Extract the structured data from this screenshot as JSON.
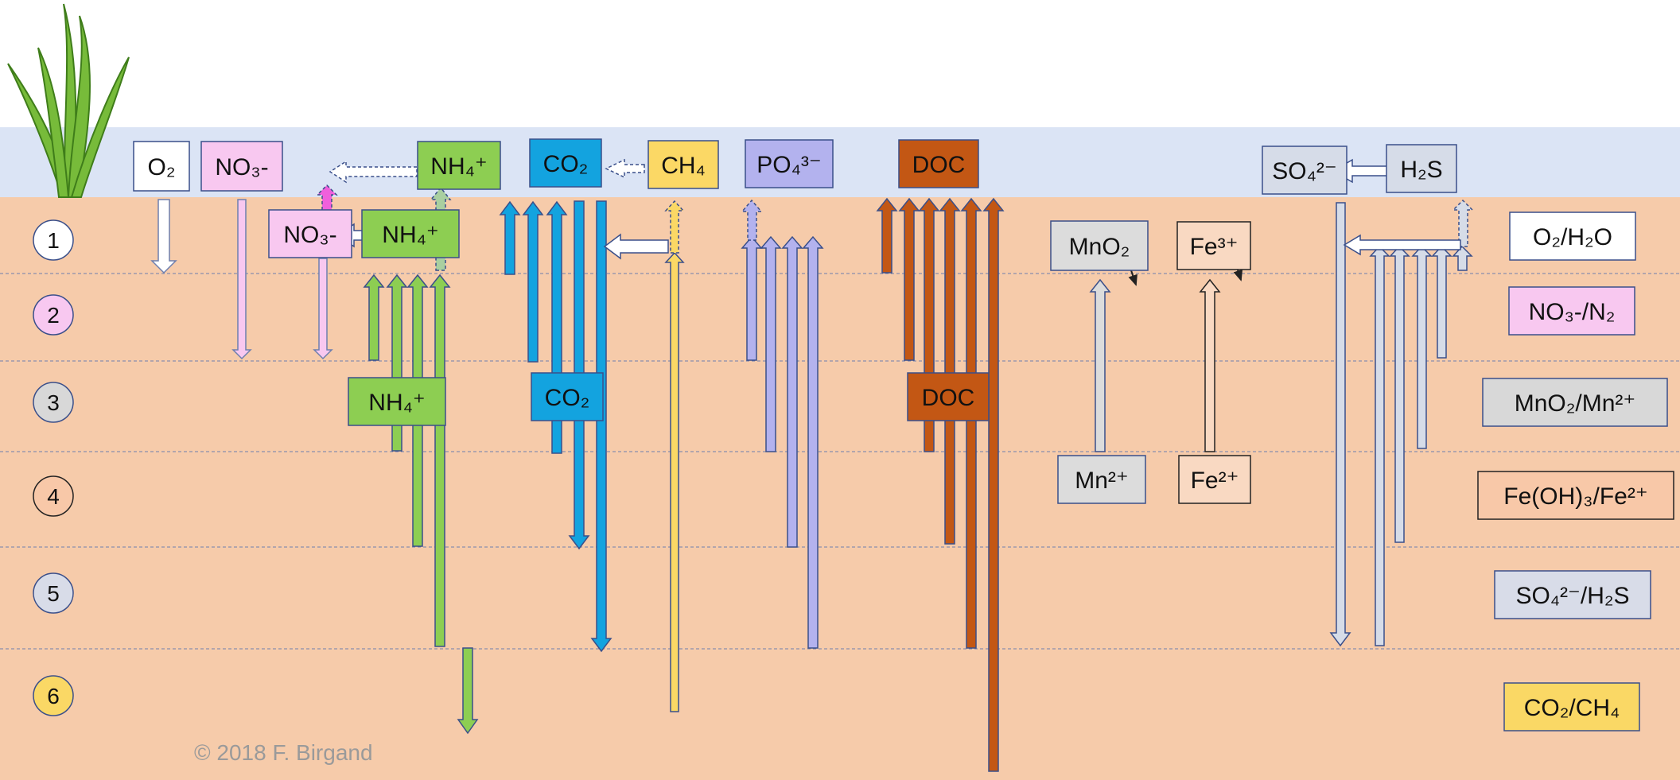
{
  "zones": [
    {
      "num": "1",
      "reaction": "O₂/H₂O",
      "color": "#ffffff"
    },
    {
      "num": "2",
      "reaction": "NO₃-/N₂",
      "color": "#f8c8f0"
    },
    {
      "num": "3",
      "reaction": "MnO₂/Mn²⁺",
      "color": "#d8d8d8"
    },
    {
      "num": "4",
      "reaction": "Fe(OH)₃/Fe²⁺",
      "color": "#f8c8a8"
    },
    {
      "num": "5",
      "reaction": "SO₄²⁻/H₂S",
      "color": "#d8dce8"
    },
    {
      "num": "6",
      "reaction": "CO₂/CH₄",
      "color": "#fad865"
    }
  ],
  "water_species": {
    "o2": "O₂",
    "no3": "NO₃-",
    "nh4": "NH₄⁺",
    "co2": "CO₂",
    "ch4": "CH₄",
    "po4": "PO₄³⁻",
    "doc": "DOC",
    "so4": "SO₄²⁻",
    "h2s": "H₂S"
  },
  "sediment_species": {
    "no3": "NO₃-",
    "nh4_upper": "NH₄⁺",
    "nh4_lower": "NH₄⁺",
    "co2_lower": "CO₂",
    "doc_lower": "DOC",
    "mno2": "MnO₂",
    "mn2": "Mn²⁺",
    "fe3": "Fe³⁺",
    "fe2": "Fe²⁺"
  },
  "colors": {
    "water": "#dbe4f5",
    "sediment": "#f6cbaa",
    "o2": "#ffffff",
    "no3": "#f8c8f0",
    "nh4": "#8dce52",
    "co2": "#13a3df",
    "ch4": "#fbd865",
    "po4": "#b3b2ee",
    "doc": "#c35714",
    "sulfur": "#d6dce8",
    "mn": "#dcdcdc",
    "fe": "#f9d9c2"
  },
  "copyright": "© 2018 F. Birgand"
}
